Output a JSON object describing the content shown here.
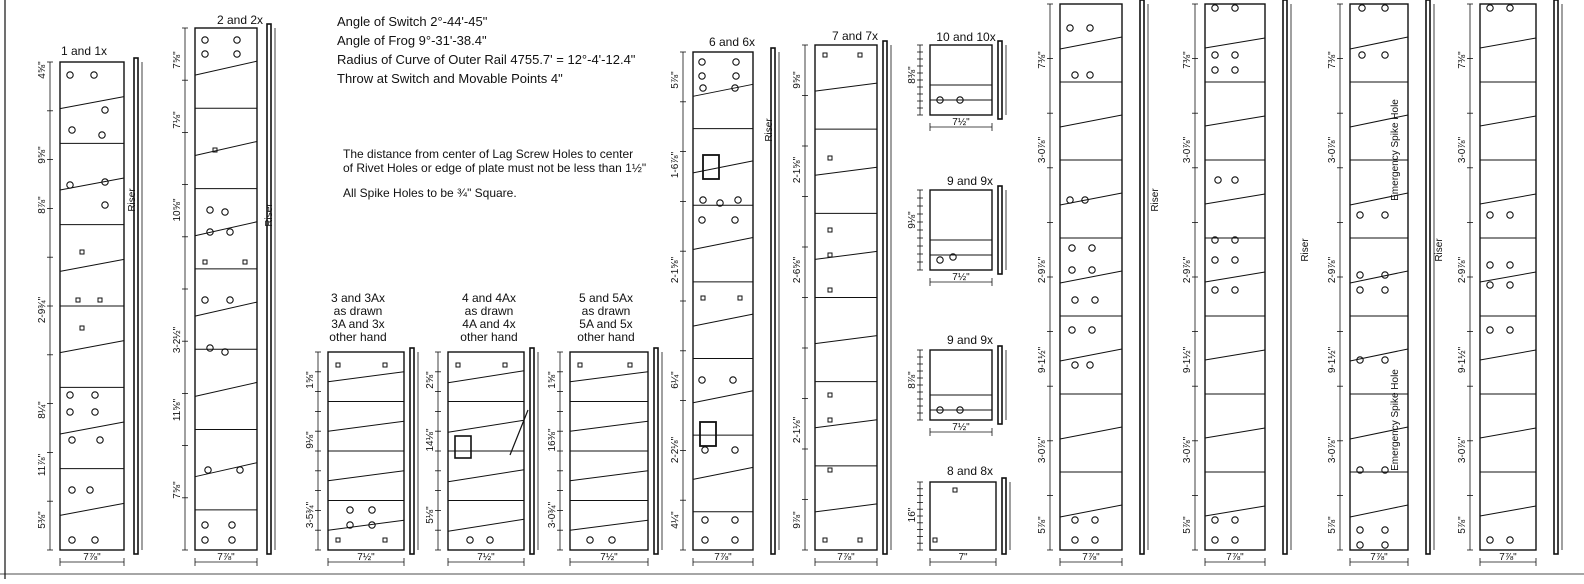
{
  "notes": {
    "angle_switch": "Angle of Switch 2°-44'-45\"",
    "angle_frog": "Angle of Frog 9°-31'-38.4\"",
    "radius": "Radius of Curve of Outer Rail 4755.7' = 12°-4'-12.4\"",
    "throw": "Throw at Switch and Movable Points 4\"",
    "distance_line1": "The distance from center of Lag Screw Holes to center",
    "distance_line2": "of Rivet Holes or edge of plate must not be less than 1½\"",
    "spike_holes": "All Spike Holes to be ¾\" Square."
  },
  "plates": [
    {
      "id": "p1",
      "label": [
        "1 and 1x"
      ]
    },
    {
      "id": "p2",
      "label": [
        "2 and 2x"
      ]
    },
    {
      "id": "p3",
      "label": [
        "3 and 3Ax",
        "as drawn",
        "3A and 3x",
        "other hand"
      ]
    },
    {
      "id": "p4",
      "label": [
        "4 and 4Ax",
        "as drawn",
        "4A and 4x",
        "other hand"
      ]
    },
    {
      "id": "p5",
      "label": [
        "5 and 5Ax",
        "as drawn",
        "5A and 5x",
        "other hand"
      ]
    },
    {
      "id": "p6",
      "label": [
        "6 and 6x"
      ]
    },
    {
      "id": "p7",
      "label": [
        "7 and 7x"
      ]
    },
    {
      "id": "p10",
      "label": [
        "10 and 10x"
      ]
    },
    {
      "id": "p9a",
      "label": [
        "9 and 9x"
      ]
    },
    {
      "id": "p9b",
      "label": [
        "9 and 9x"
      ]
    },
    {
      "id": "p8",
      "label": [
        "8 and 8x"
      ]
    }
  ],
  "annotations": {
    "riser": "Riser",
    "emergency": "Emergency Spike Hole",
    "width_7_7_8": "7⅞\"",
    "width_7_1_2": "7½\"",
    "width_7": "7\""
  }
}
